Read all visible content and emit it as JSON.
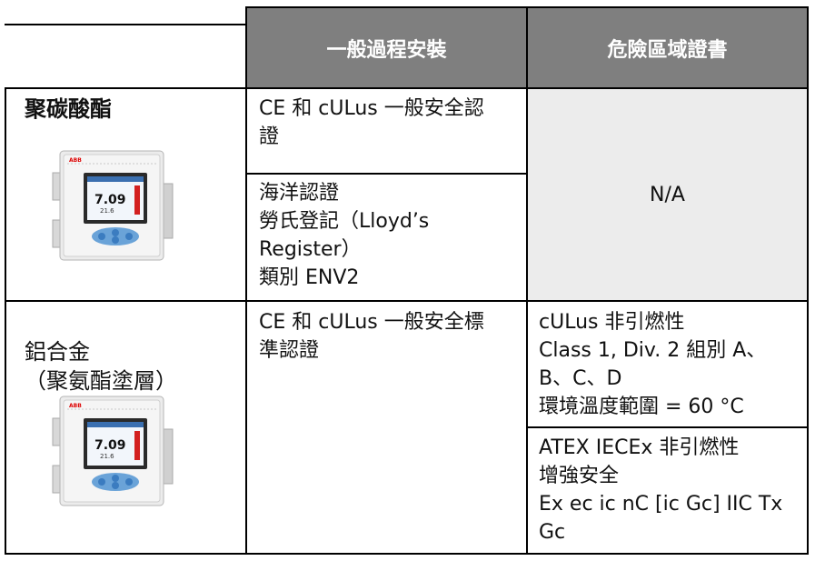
{
  "header": {
    "col_general": "一般過程安裝",
    "col_hazardous": "危險區域證書"
  },
  "rows": [
    {
      "material": "聚碳酸酯",
      "device_icon": "transmitter-device-image",
      "display_value": "7.09",
      "display_sub": "21.6",
      "brand_mark": "ABB",
      "general": [
        "CE 和 cULus 一般安全認\n證",
        "海洋認證\n勞氏登記（Lloyd’s\nRegister）\n類別 ENV2"
      ],
      "hazardous": "N/A"
    },
    {
      "material": "鋁合金\n（聚氨酯塗層）",
      "device_icon": "transmitter-device-image",
      "display_value": "7.09",
      "display_sub": "21.6",
      "brand_mark": "ABB",
      "general": "CE 和 cULus 一般安全標\n準認證",
      "hazardous": [
        "cULus 非引燃性\nClass 1, Div. 2 組別 A、\nB、C、D\n環境溫度範圍 = 60 °C",
        "ATEX IECEx 非引燃性\n增強安全\nEx ec ic nC [ic Gc] IIC Tx\nGc"
      ]
    }
  ]
}
